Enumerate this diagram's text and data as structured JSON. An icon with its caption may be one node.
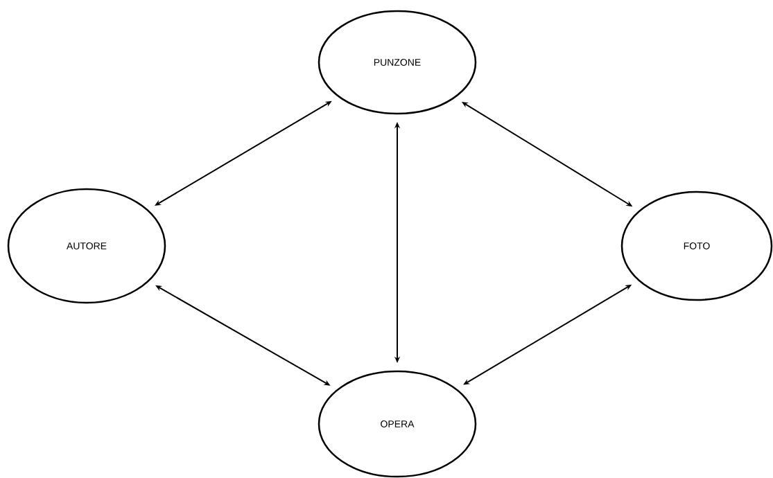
{
  "diagram": {
    "nodes": [
      {
        "text": [
          "PUNZONE"
        ]
      },
      {
        "text": [
          "AUTORE"
        ]
      },
      {
        "text": [
          "FOTO"
        ]
      },
      {
        "text": [
          "OPERA"
        ]
      }
    ],
    "edges": [
      {
        "from": 1,
        "to": 0,
        "arrow": "both"
      },
      {
        "from": 0,
        "to": 2,
        "arrow": "both"
      },
      {
        "from": 0,
        "to": 3,
        "arrow": "both"
      },
      {
        "from": 1,
        "to": 3,
        "arrow": "both"
      },
      {
        "from": 2,
        "to": 3,
        "arrow": "both"
      }
    ]
  }
}
